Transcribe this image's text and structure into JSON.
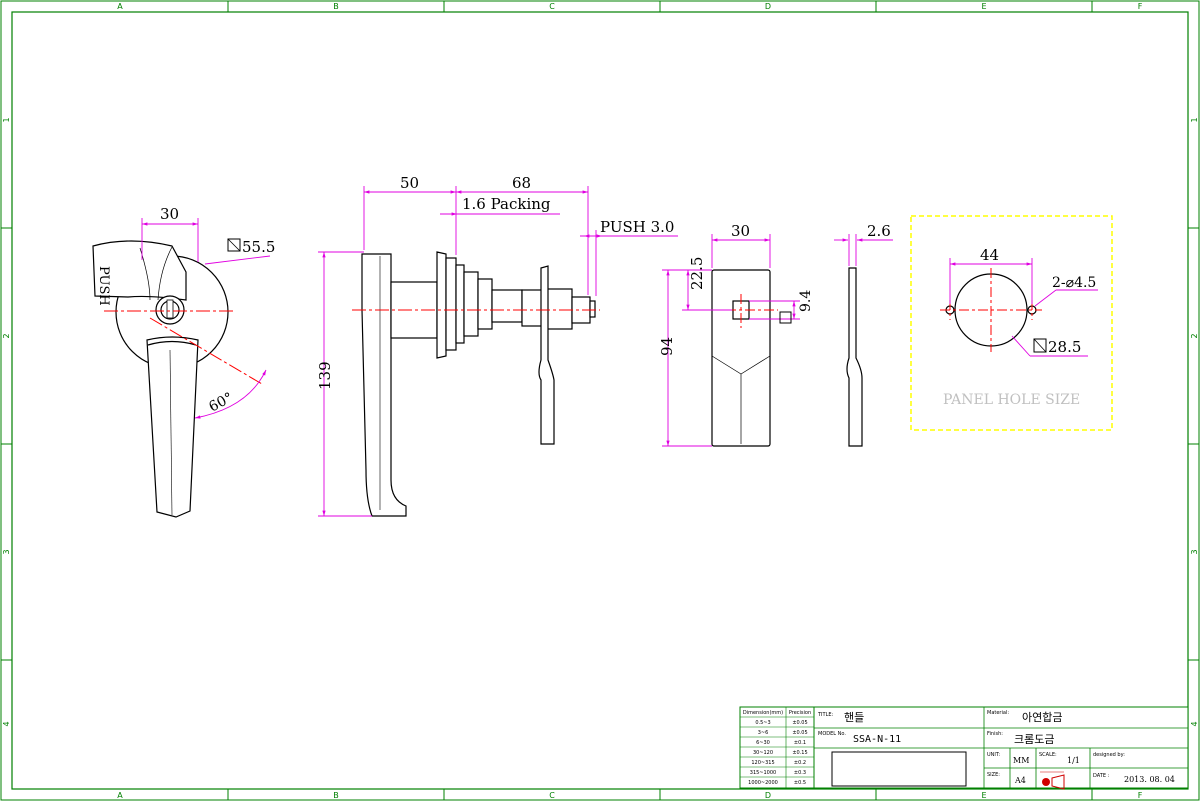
{
  "frame": {
    "columns": [
      "A",
      "B",
      "C",
      "D",
      "E",
      "F"
    ],
    "rows": [
      "1",
      "2",
      "3",
      "4"
    ]
  },
  "views": {
    "front": {
      "dim_width": "30",
      "dim_square": "55.5",
      "dim_angle": "60°",
      "handle_label": "PUSH"
    },
    "side": {
      "dim_depth": "50",
      "dim_shaft": "68",
      "dim_packing": "1.6 Packing",
      "dim_push": "PUSH 3.0",
      "dim_height": "139"
    },
    "cam": {
      "dim_width": "30",
      "dim_offset": "22.5",
      "dim_square": "9.4",
      "dim_length": "94"
    },
    "cam_side": {
      "dim_thickness": "2.6"
    },
    "panel": {
      "dim_spacing": "44",
      "dim_holes": "2-⌀4.5",
      "dim_square": "28.5",
      "caption": "PANEL HOLE SIZE"
    }
  },
  "colors": {
    "dimension": "#e000e0",
    "centerline": "#ff0000",
    "frame": "#008000",
    "panel_box": "#ffff00",
    "caption": "#c0c0c0"
  },
  "tolerance_table": {
    "headers": [
      "Dimension(mm)",
      "Precision"
    ],
    "rows": [
      [
        "0.5~3",
        "±0.05"
      ],
      [
        "3~6",
        "±0.05"
      ],
      [
        "6~30",
        "±0.1"
      ],
      [
        "30~120",
        "±0.15"
      ],
      [
        "120~315",
        "±0.2"
      ],
      [
        "315~1000",
        "±0.3"
      ],
      [
        "1000~2000",
        "±0.5"
      ]
    ]
  },
  "title_block": {
    "title_label": "TITLE:",
    "title_value": "핸들",
    "model_label": "MODEL No.",
    "model_value": "SSA-N-11",
    "material_label": "Material:",
    "material_value": "아연합금",
    "finish_label": "Finish:",
    "finish_value": "크롬도금",
    "unit_label": "UNIT:",
    "unit_value": "MM",
    "scale_label": "SCALE:",
    "scale_value": "1/1",
    "designed_label": "designed by:",
    "size_label": "SIZE:",
    "size_value": "A4",
    "date_label": "DATE :",
    "date_value": "2013. 08. 04"
  }
}
